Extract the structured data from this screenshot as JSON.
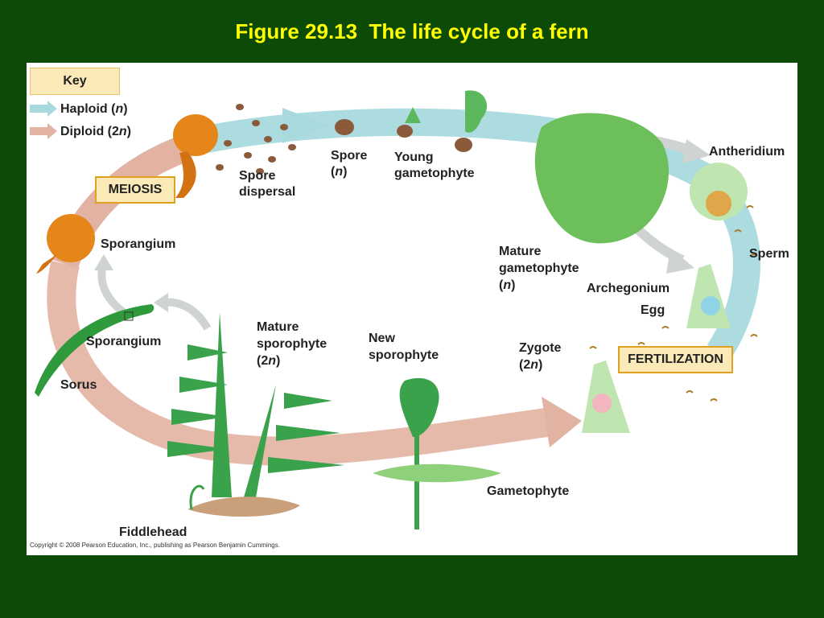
{
  "title": "Figure 29.13  The life cycle of a fern",
  "key": {
    "heading": "Key",
    "haploid": {
      "label": "Haploid",
      "symbol": "n",
      "color": "#a8dadd"
    },
    "diploid": {
      "label": "Diploid",
      "symbol": "2n",
      "color": "#e2b3a2"
    }
  },
  "labels": {
    "spore": "Spore",
    "spore_ploidy": "n",
    "young_gametophyte_1": "Young",
    "young_gametophyte_2": "gametophyte",
    "antheridium": "Antheridium",
    "spore_dispersal_1": "Spore",
    "spore_dispersal_2": "dispersal",
    "meiosis": "MEIOSIS",
    "sporangium_top": "Sporangium",
    "mature_gametophyte_1": "Mature",
    "mature_gametophyte_2": "gametophyte",
    "mature_gametophyte_ploidy": "n",
    "sperm": "Sperm",
    "archegonium": "Archegonium",
    "egg": "Egg",
    "mature_sporophyte_1": "Mature",
    "mature_sporophyte_2": "sporophyte",
    "mature_sporophyte_ploidy": "2n",
    "new_sporophyte_1": "New",
    "new_sporophyte_2": "sporophyte",
    "zygote": "Zygote",
    "zygote_ploidy": "2n",
    "fertilization": "FERTILIZATION",
    "sporangium_leaf": "Sporangium",
    "sorus": "Sorus",
    "gametophyte": "Gametophyte",
    "fiddlehead": "Fiddlehead"
  },
  "copyright": "Copyright © 2008 Pearson Education, Inc., publishing as Pearson Benjamin Cummings."
}
